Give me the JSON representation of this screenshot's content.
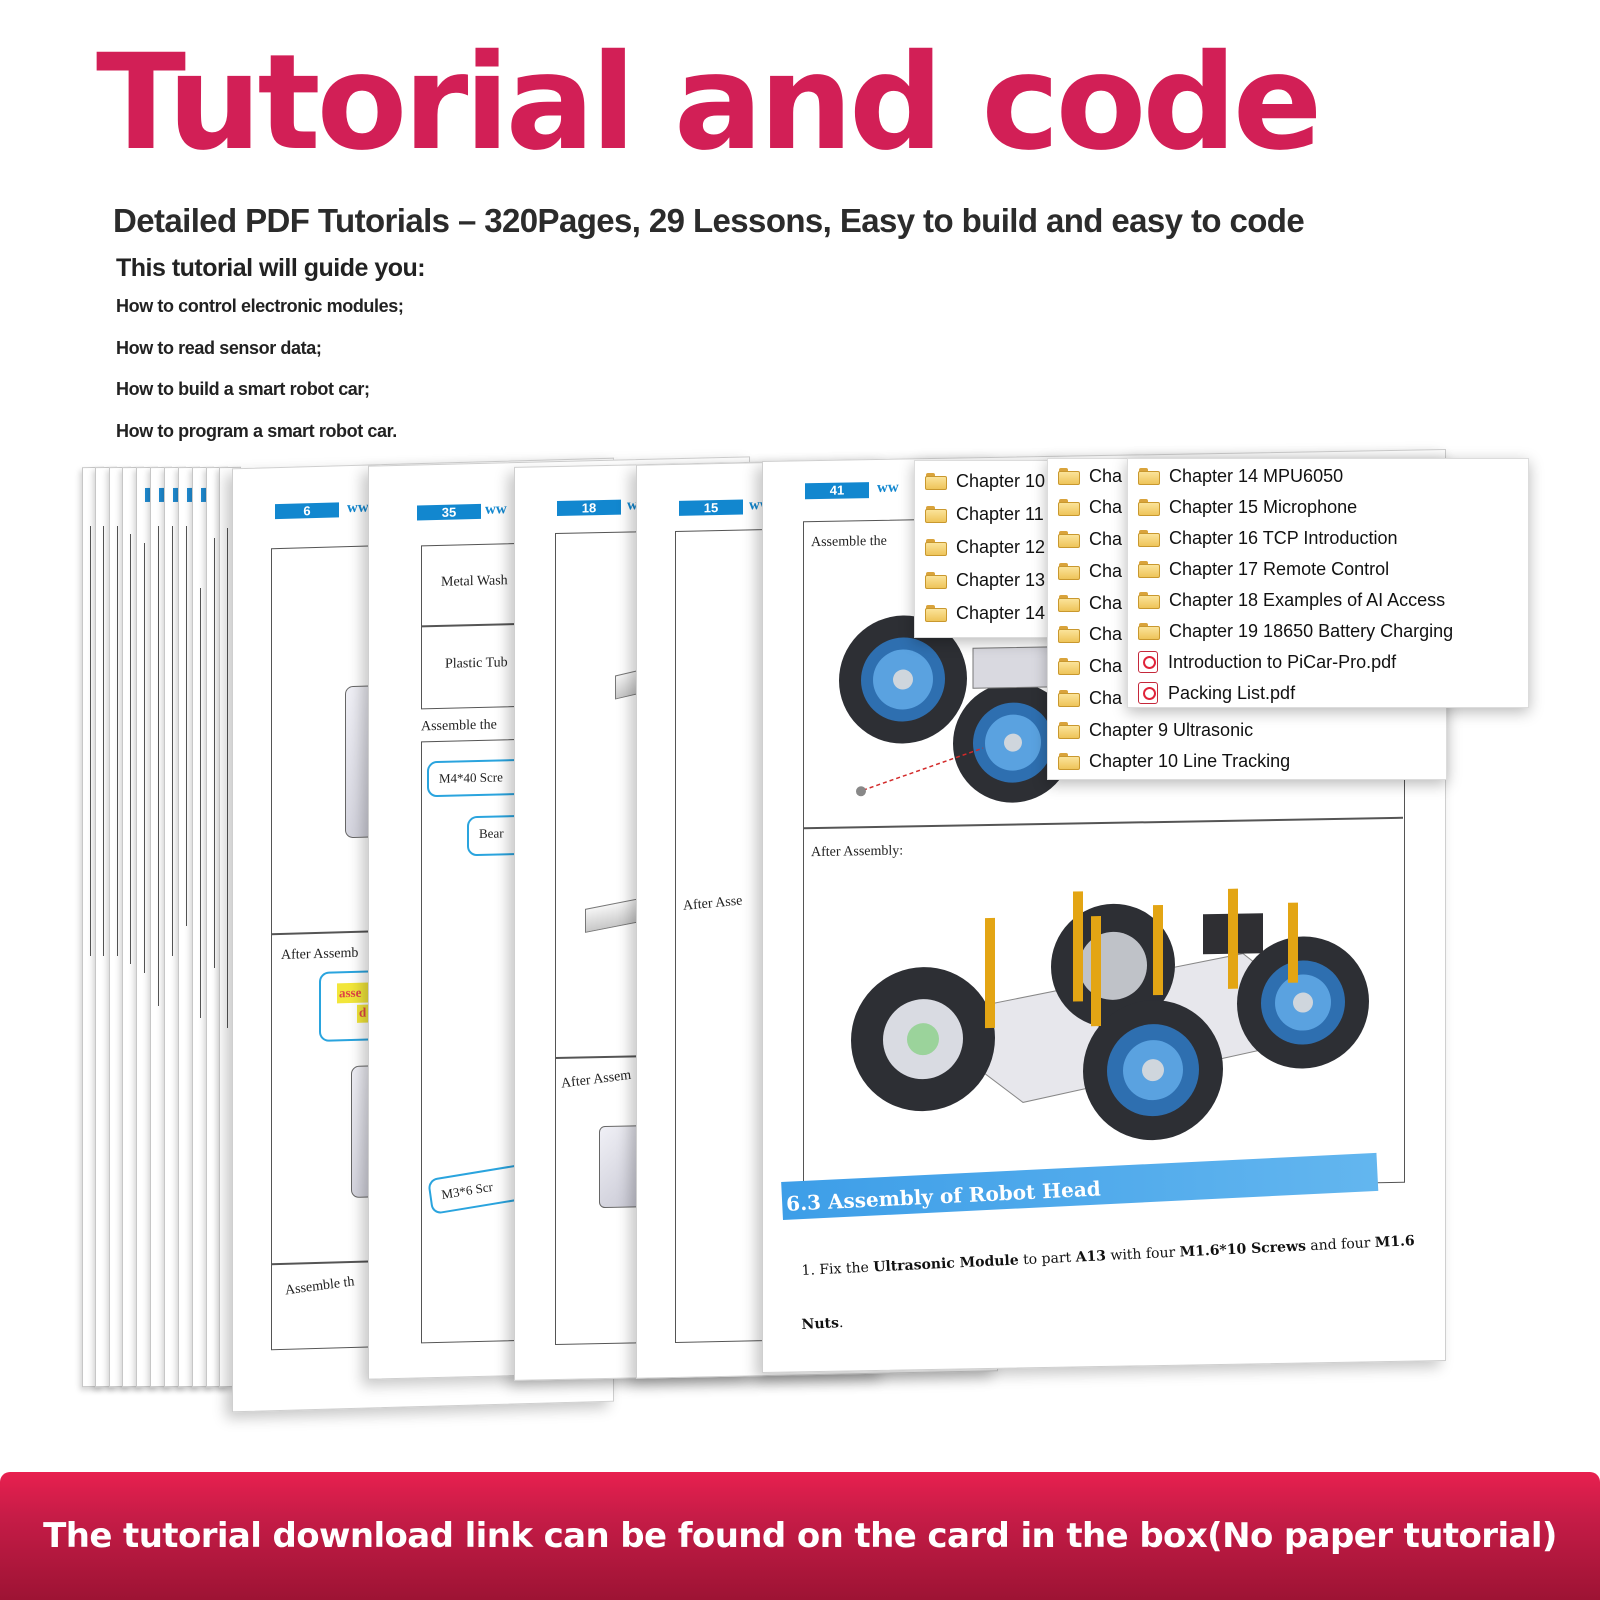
{
  "header": {
    "title": "Tutorial and code",
    "subtitle": "Detailed PDF Tutorials – 320Pages, 29 Lessons, Easy to build and easy to code",
    "guide_heading": "This tutorial will guide you:",
    "guide_items": [
      "How to control electronic modules;",
      "How to read sensor data;",
      "How to build a smart robot car;",
      "How to program a smart robot car."
    ]
  },
  "pages": [
    {
      "page_number": "6",
      "labels": [
        "After Assemb",
        "Assemble th"
      ],
      "highlight": [
        "asse",
        "d"
      ]
    },
    {
      "page_number": "35",
      "labels": [
        "Metal Wash",
        "Plastic Tub",
        "Assemble the",
        "M4*40 Scre",
        "Bear",
        "M3*6 Scr"
      ]
    },
    {
      "page_number": "18",
      "labels": [
        "After Assem"
      ]
    },
    {
      "page_number": "15",
      "labels": [
        "After Asse"
      ]
    },
    {
      "page_number": "41",
      "labels": [
        "Assemble the",
        "After Assembly:"
      ],
      "section_title": "6.3 Assembly of Robot Head",
      "instruction": {
        "p1": "1. Fix the ",
        "b1": "Ultrasonic Module",
        "p2": " to part ",
        "b2": "A13",
        "p3": " with four ",
        "b3": "M1.6*10 Screws",
        "p4": " and four ",
        "b4": "M1.6",
        "b5": "Nuts",
        "p5": "."
      }
    }
  ],
  "www_fragment": "ww",
  "explorer_windows": [
    {
      "items": [
        "Chapter 10",
        "Chapter 11",
        "Chapter 12",
        "Chapter 13",
        "Chapter 14"
      ]
    },
    {
      "items": [
        "Cha",
        "Cha",
        "Cha",
        "Cha",
        "Cha",
        "Cha",
        "Cha",
        "Cha",
        "Chapter 9 Ultrasonic",
        "Chapter 10 Line Tracking"
      ]
    },
    {
      "items": [
        {
          "type": "folder",
          "label": "Chapter 14 MPU6050"
        },
        {
          "type": "folder",
          "label": "Chapter 15 Microphone"
        },
        {
          "type": "folder",
          "label": "Chapter 16 TCP Introduction"
        },
        {
          "type": "folder",
          "label": "Chapter 17 Remote Control"
        },
        {
          "type": "folder",
          "label": "Chapter 18 Examples of AI Access"
        },
        {
          "type": "folder",
          "label": "Chapter 19 18650 Battery Charging"
        },
        {
          "type": "pdf",
          "label": "Introduction to PiCar-Pro.pdf"
        },
        {
          "type": "pdf",
          "label": "Packing List.pdf"
        }
      ]
    }
  ],
  "footer": {
    "text": "The tutorial download link can be found on the card in the box(No paper tutorial)"
  },
  "colors": {
    "accent": "#d21f56",
    "footer": "#c61c47",
    "page_number_badge": "#1287cf",
    "section_banner": "#3d9ee8",
    "callout_border": "#2aa4de"
  }
}
